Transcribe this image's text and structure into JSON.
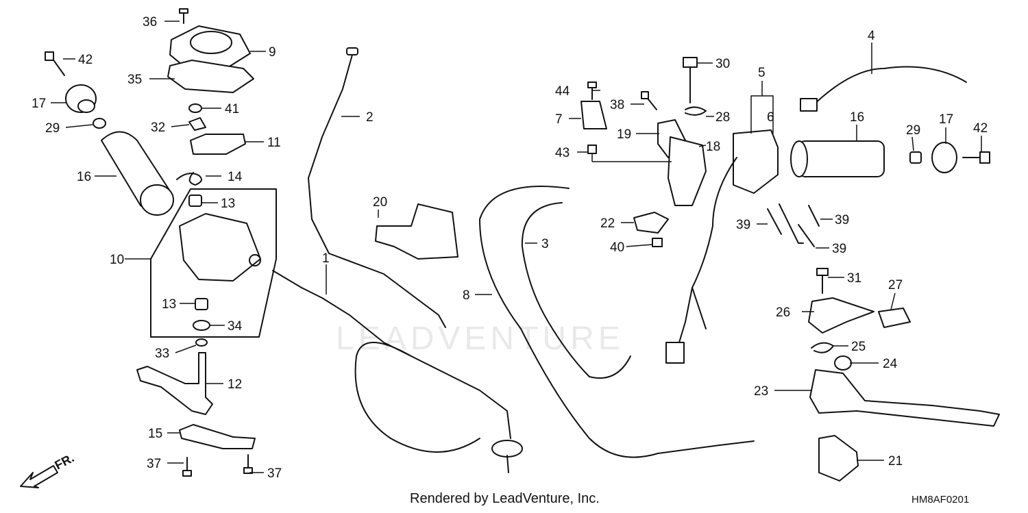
{
  "diagram": {
    "footer_note": "Rendered by LeadVenture, Inc.",
    "diagram_code": "HM8AF0201",
    "front_marker": "FR.",
    "watermark": "LEADVENTURE",
    "callouts": [
      "1",
      "2",
      "3",
      "4",
      "5",
      "6",
      "7",
      "8",
      "9",
      "10",
      "11",
      "12",
      "13",
      "13",
      "14",
      "15",
      "16",
      "16",
      "17",
      "17",
      "18",
      "19",
      "20",
      "21",
      "22",
      "23",
      "24",
      "25",
      "26",
      "27",
      "28",
      "29",
      "29",
      "30",
      "31",
      "32",
      "33",
      "34",
      "35",
      "36",
      "37",
      "37",
      "38",
      "39",
      "39",
      "39",
      "40",
      "41",
      "42",
      "42",
      "43",
      "44"
    ]
  }
}
